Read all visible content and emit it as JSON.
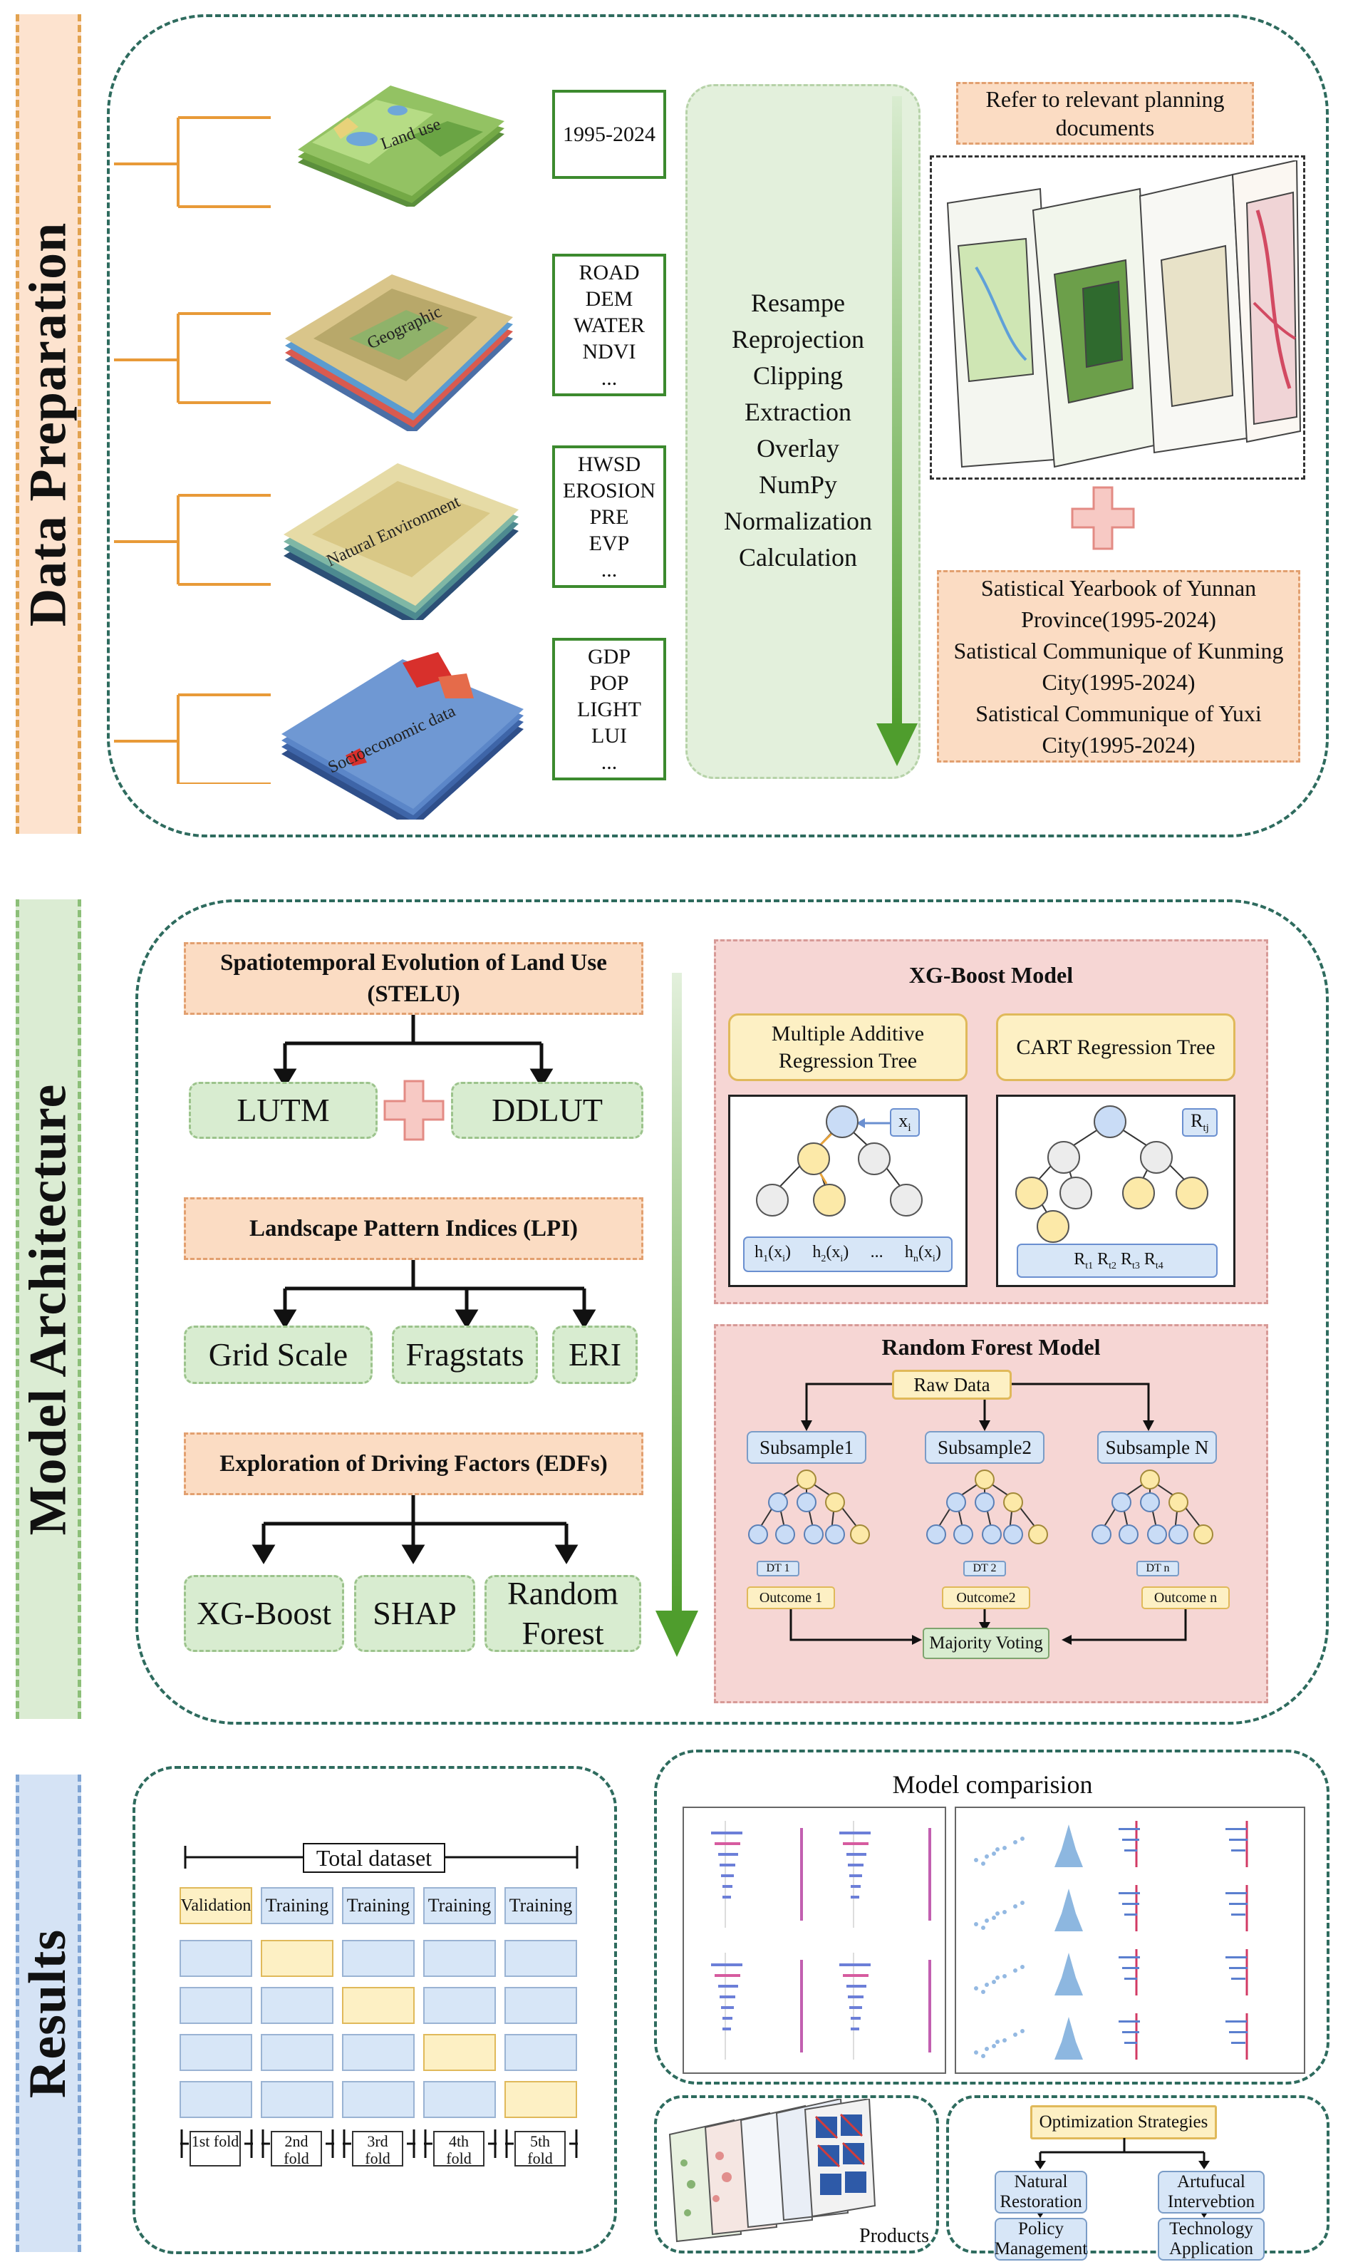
{
  "sections": {
    "data_preparation": "Data Preparation",
    "model_architecture": "Model Architecture",
    "results": "Results"
  },
  "colors": {
    "data_prep_label_bg": "#fde3cf",
    "model_label_bg": "#dbecd3",
    "results_label_bg": "#d5e3f5",
    "frame_dash": "#2e6b5e",
    "green_arrow": "#4f9d2d",
    "pink_panel": "#f6d6d4",
    "orange_note": "#fbdcc3",
    "method_green": "#d8ecd0",
    "validation_fill": "#fdf0c4",
    "training_fill": "#d7e6f7"
  },
  "data_layers": [
    {
      "label": "Land use",
      "items": [
        "1995-2024"
      ]
    },
    {
      "label": "Geographic",
      "items": [
        "ROAD",
        "DEM",
        "WATER",
        "NDVI",
        "..."
      ]
    },
    {
      "label": "Natural Environment",
      "items": [
        "HWSD",
        "EROSION",
        "PRE",
        "EVP",
        "..."
      ]
    },
    {
      "label": "Socioeconomic data",
      "items": [
        "GDP",
        "POP",
        "LIGHT",
        "LUI",
        "..."
      ]
    }
  ],
  "processing_steps": [
    "Resampe",
    "Reprojection",
    "Clipping",
    "Extraction",
    "Overlay",
    "NumPy",
    "Normalization",
    "Calculation"
  ],
  "planning_note": "Refer to relevant planning documents",
  "yearbooks": [
    "Satistical Yearbook of Yunnan Province(1995-2024)",
    "Satistical Communique of Kunming City(1995-2024)",
    "Satistical Communique of Yuxi City(1995-2024)"
  ],
  "stelu": {
    "title": "Spatiotemporal Evolution of Land Use (STELU)",
    "children": [
      "LUTM",
      "DDLUT"
    ]
  },
  "lpi": {
    "title": "Landscape Pattern Indices (LPI)",
    "children": [
      "Grid Scale",
      "Fragstats",
      "ERI"
    ]
  },
  "edfs": {
    "title": "Exploration of Driving Factors (EDFs)",
    "children": [
      "XG-Boost",
      "SHAP",
      "Random Forest"
    ]
  },
  "xgboost": {
    "title": "XG-Boost Model",
    "left_title": "Multiple Additive Regression Tree",
    "right_title": "CART Regression Tree",
    "xi_label": "x",
    "xi_sub": "i",
    "rtj_label": "R",
    "rtj_sub": "tj",
    "h_terms": [
      "h",
      "h",
      "...",
      "h"
    ],
    "h_subs": [
      "1",
      "2",
      "",
      "n"
    ],
    "r_terms": [
      "R",
      "R",
      "R",
      "R"
    ],
    "r_subs": [
      "t1",
      "t2",
      "t3",
      "t4"
    ]
  },
  "random_forest": {
    "title": "Random Forest Model",
    "raw_data": "Raw Data",
    "subsamples": [
      "Subsample1",
      "Subsample2",
      "Subsample N"
    ],
    "trees": [
      "DT 1",
      "DT 2",
      "DT n"
    ],
    "outcomes": [
      "Outcome 1",
      "Outcome2",
      "Outcome n"
    ],
    "voting": "Majority Voting"
  },
  "cross_validation": {
    "title": "Total dataset",
    "headers": [
      "Validation",
      "Training",
      "Training",
      "Training",
      "Training"
    ],
    "folds": [
      "1st fold",
      "2nd fold",
      "3rd fold",
      "4th fold",
      "5th fold"
    ],
    "validation_index_per_row": [
      1,
      2,
      3,
      4
    ]
  },
  "model_comparison": "Model comparision",
  "products": "Products",
  "optimization": {
    "title": "Optimization Strategies",
    "items": [
      "Natural Restoration",
      "Artufucal Intervebtion",
      "Policy Management",
      "Technology Application"
    ]
  }
}
